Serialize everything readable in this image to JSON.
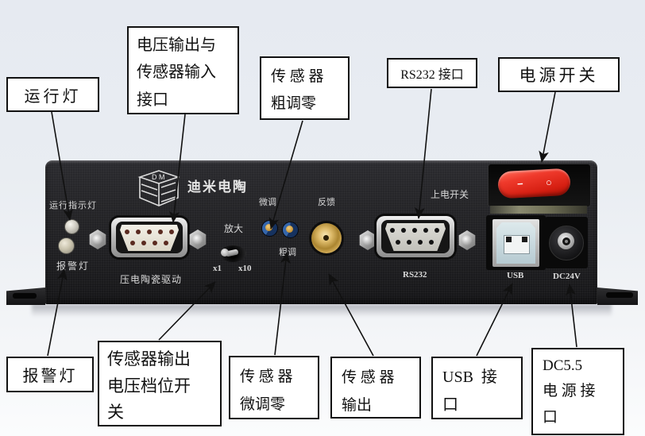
{
  "callouts": {
    "run_light": "运行灯",
    "voltage_sensor_io": "电压输出与\n传感器输入\n接口",
    "sensor_coarse_zero": "传 感 器\n粗调零",
    "rs232_port": "RS232 接口",
    "power_switch": "电源开关",
    "alarm_light": "报警灯",
    "sensor_output_gear_switch": "传感器输出\n电压档位开\n关",
    "sensor_fine_zero": "传 感 器\n微调零",
    "sensor_output": "传 感 器\n输出",
    "usb_port": "USB  接\n口",
    "dc_power_port": "DC5.5\n电 源 接\n口"
  },
  "panel": {
    "brand": "迪米电陶",
    "logo_letters": "D M",
    "run_indicator_label": "运行指示灯",
    "alarm_label": "报警灯",
    "piezo_drive_label": "压电陶瓷驱动",
    "gain_label": "放大",
    "gain_x1": "x1",
    "gain_x10": "x10",
    "fine_label": "微调",
    "coarse_label": "粗调",
    "feedback_label": "反馈",
    "power_on_label": "上电开关",
    "rs232_label": "RS232",
    "usb_label": "USB",
    "dc24v_label": "DC24V",
    "rocker_on_symbol": "−",
    "rocker_off_symbol": "○"
  },
  "colors": {
    "background": "#e9edf2",
    "device_body": "#212124",
    "label_box_bg": "#ffffff",
    "label_box_border": "#111111",
    "callout_line": "#111111",
    "panel_text": "#d9d9d9",
    "rocker_red": "#e02b20",
    "trimmer_blue": "#2c5a9e",
    "trimmer_gold": "#e0b04e",
    "sma_gold": "#c9a24a",
    "usb_insert_blue": "#cfe0e6",
    "db9_insert_cream": "#ece8dc",
    "db9_insert_gray": "#d6d5d0"
  }
}
